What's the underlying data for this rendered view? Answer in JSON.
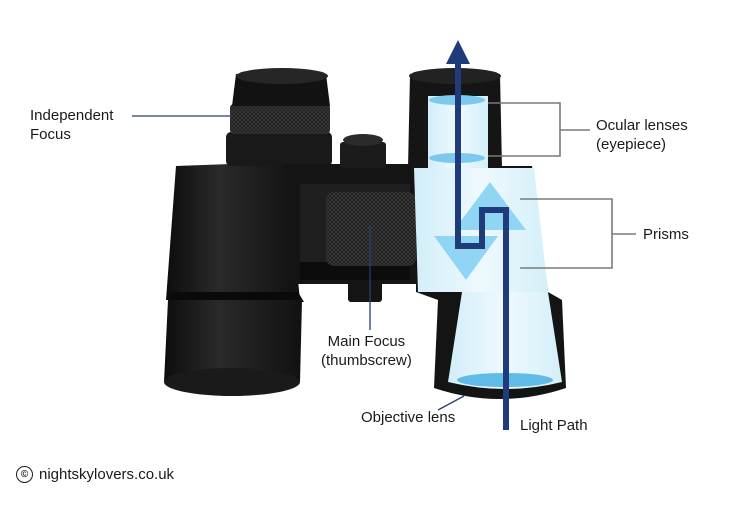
{
  "labels": {
    "independent_focus": "Independent\nFocus",
    "ocular_lenses": "Ocular lenses\n(eyepiece)",
    "prisms": "Prisms",
    "main_focus": "Main Focus\n(thumbscrew)",
    "objective_lens": "Objective lens",
    "light_path": "Light Path"
  },
  "credit": {
    "symbol": "©",
    "text": "nightskylovers.co.uk"
  },
  "colors": {
    "body": "#1c1c1c",
    "glass": "#e3f4fb",
    "lens": "#6ec6f0",
    "prism": "#7fcff2",
    "light_path": "#1f3b7a",
    "leader_dark": "#2b3f66",
    "leader_grey": "#7a7a7a"
  }
}
